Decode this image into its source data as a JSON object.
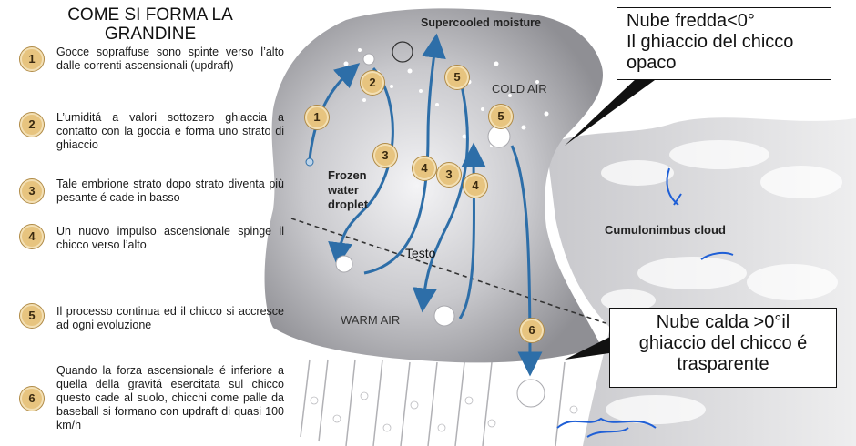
{
  "title": "COME SI FORMA LA GRANDINE",
  "steps": [
    {
      "num": "1",
      "text": "Gocce sopraffuse sono spinte verso l’alto dalle correnti ascensionali (updraft)"
    },
    {
      "num": "2",
      "text": "L’umiditá a valori sottozero ghiaccia a contatto con la goccia e forma uno strato di ghiaccio"
    },
    {
      "num": "3",
      "text": "Tale embrione strato dopo strato diventa più pesante é cade in basso"
    },
    {
      "num": "4",
      "text": "Un nuovo impulso ascensionale spinge il chicco verso l’alto"
    },
    {
      "num": "5",
      "text": "Il processo continua ed il chicco si accresce ad ogni evoluzione"
    },
    {
      "num": "6",
      "text": "Quando la forza ascensionale é inferiore a quella della gravitá esercitata sul chicco questo cade al suolo, chicchi come palle da baseball si formano con updraft di quasi 100 km/h"
    }
  ],
  "diagram": {
    "supercooled_label": "Supercooled moisture",
    "cold_air_label": "COLD AIR",
    "warm_air_label": "WARM AIR",
    "frozen_label_lines": [
      "Frozen",
      "water",
      "droplet"
    ],
    "cumulonimbus_label": "Cumulonimbus cloud",
    "testo_label": "Testo",
    "path_markers": [
      "1",
      "2",
      "3",
      "4",
      "3",
      "4",
      "5",
      "5",
      "6"
    ]
  },
  "callouts": {
    "cold_lines": [
      "Nube fredda<0°",
      "Il ghiaccio del chicco",
      "opaco"
    ],
    "warm_lines": [
      "Nube calda >0°il",
      "ghiaccio del chicco é",
      "trasparente"
    ]
  },
  "colors": {
    "arrow": "#2d6ea8",
    "marker_fill": "#e7c47f",
    "cloud_dark": "#9a9a9e",
    "cloud_light": "#d9d9db",
    "annotation_blue": "#1f5fd6"
  }
}
